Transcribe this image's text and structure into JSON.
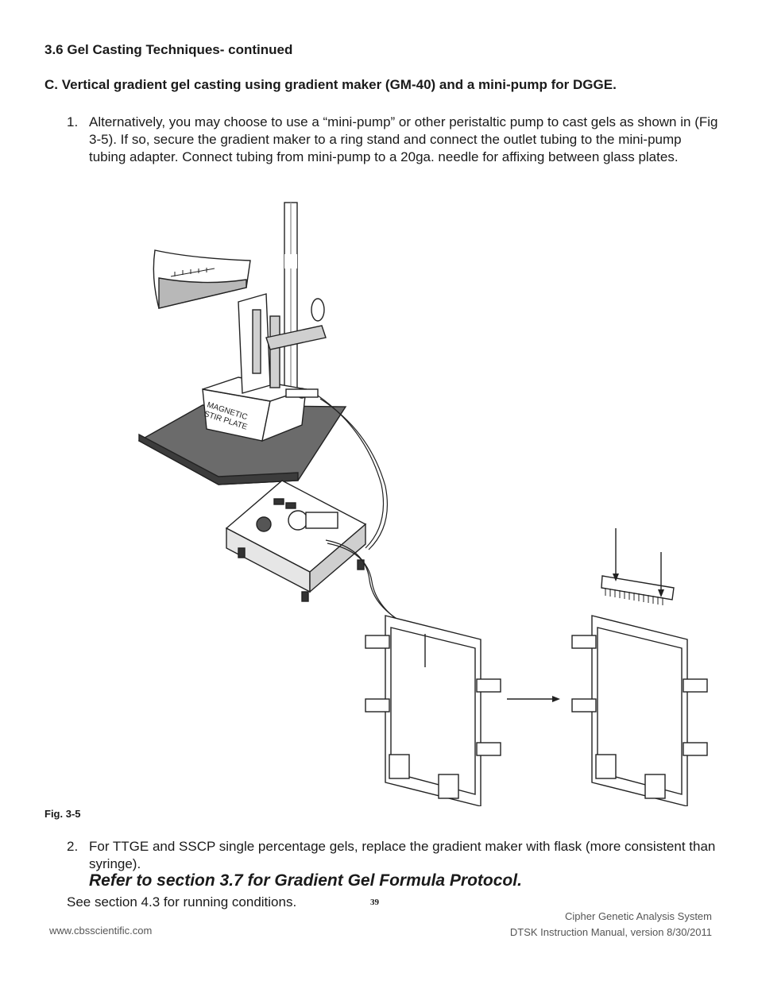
{
  "header": {
    "section_title": "3.6  Gel Casting Techniques- continued",
    "subsection_title": "C.  Vertical gradient gel casting using  gradient maker (GM-40) and a mini-pump for DGGE."
  },
  "steps": [
    {
      "number": "1.",
      "text": "Alternatively, you may choose to use a “mini-pump” or other peristaltic pump to cast gels as shown in (Fig 3-5).  If so, secure the gradient maker to a ring stand and connect the outlet tubing to the mini-pump tubing adapter.  Connect tubing from mini-pump to a 20ga. needle for affixing between glass plates."
    },
    {
      "number": "2.",
      "text": "For TTGE and SSCP single percentage gels, replace the gradient maker with flask (more consistent than syringe)."
    }
  ],
  "figure": {
    "caption": "Fig. 3-5",
    "stir_plate_label_line1": "MAGNETIC",
    "stir_plate_label_line2": "STIR PLATE"
  },
  "refer_note": "Refer to section 3.7 for Gradient Gel Formula Protocol.",
  "see_note": "See section 4.3 for running conditions.",
  "page_number": "39",
  "footer": {
    "system_name": "Cipher Genetic Analysis System",
    "manual_version": "DTSK Instruction Manual, version 8/30/2011",
    "website": "www.cbsscientific.com"
  }
}
